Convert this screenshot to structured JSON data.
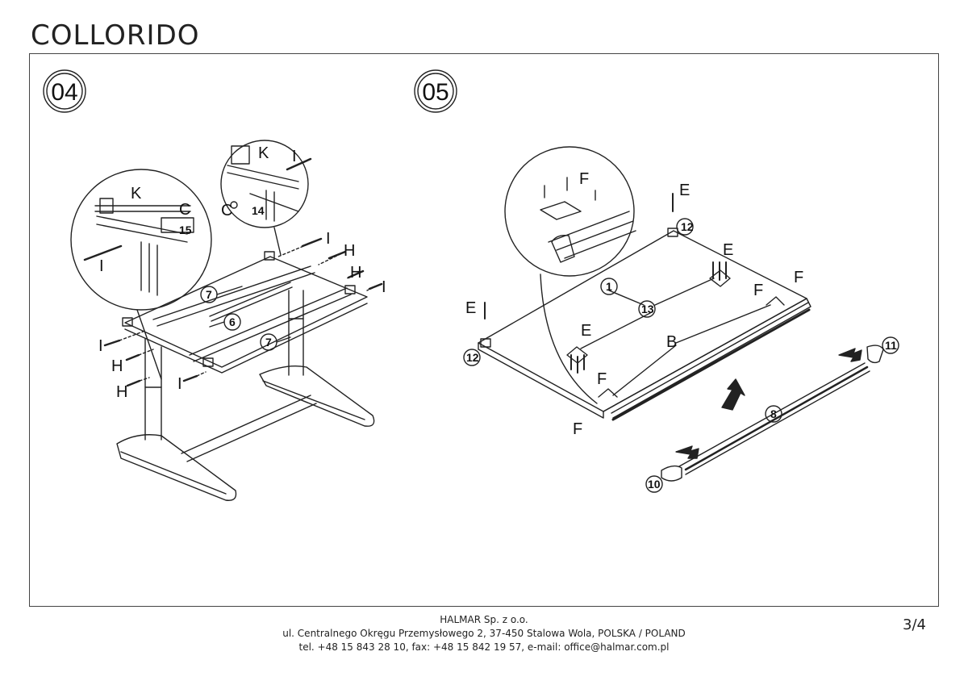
{
  "header": {
    "title": "COLLORIDO"
  },
  "steps": [
    {
      "number": "04",
      "labels": {
        "K1": "K",
        "C1": "C",
        "n15": "15",
        "I1": "I",
        "K2": "K",
        "I2": "I",
        "C2": "C",
        "n14": "14",
        "I3": "I",
        "H1": "H",
        "H2": "H",
        "I4": "I",
        "n7a": "7",
        "n6": "6",
        "n7b": "7",
        "I5": "I",
        "H3": "H",
        "H4": "H",
        "I6": "I"
      }
    },
    {
      "number": "05",
      "labels": {
        "F1": "F",
        "E1": "E",
        "n12a": "12",
        "E2": "E",
        "F2": "F",
        "F3": "F",
        "n1": "1",
        "E3": "E",
        "n13": "13",
        "E4": "E",
        "B": "B",
        "n12b": "12",
        "F4": "F",
        "F5": "F",
        "n11": "11",
        "n8": "8",
        "n10": "10"
      }
    }
  ],
  "footer": {
    "company": "HALMAR Sp. z o.o.",
    "address": "ul. Centralnego Okręgu Przemysłowego 2, 37-450 Stalowa Wola, POLSKA / POLAND",
    "contact": "tel. +48 15 843 28 10, fax: +48 15 842 19 57, e-mail: office@halmar.com.pl"
  },
  "page": {
    "number": "3/4"
  }
}
